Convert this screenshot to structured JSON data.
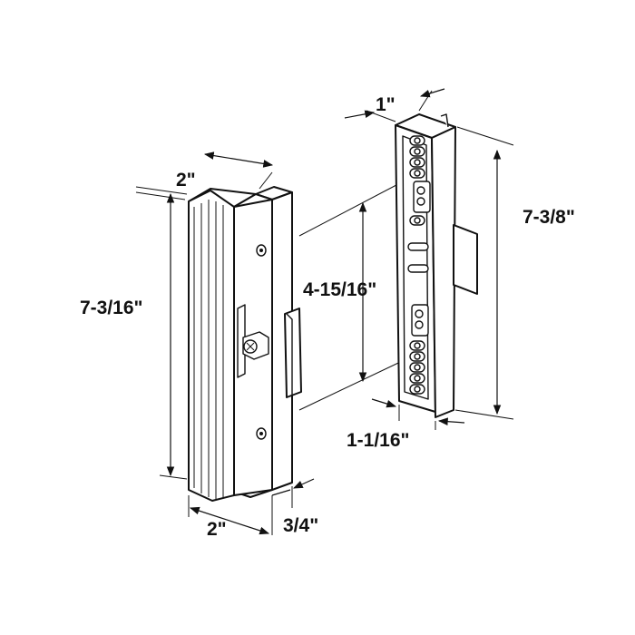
{
  "diagram": {
    "colors": {
      "line": "#111111",
      "background": "#ffffff"
    },
    "dimensions": {
      "handle_top_width": "2\"",
      "handle_height": "7-3/16\"",
      "handle_base_width": "2\"",
      "handle_depth": "3/4\"",
      "hole_spacing": "4-15/16\"",
      "keeper_top_width": "1\"",
      "keeper_height": "7-3/8\"",
      "keeper_base_width": "1-1/16\""
    }
  }
}
